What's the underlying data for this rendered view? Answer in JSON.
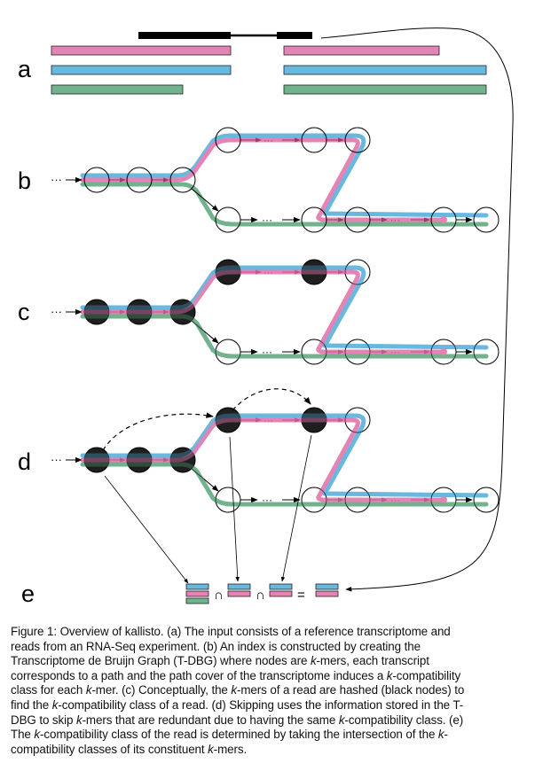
{
  "figure": {
    "panel_labels": [
      "a",
      "b",
      "c",
      "d",
      "e"
    ],
    "colors": {
      "pink": "#e384b5",
      "blue": "#69b8e0",
      "green": "#72b38e",
      "black": "#000000"
    },
    "panel_a": {
      "read_segments": 2,
      "transcripts": [
        {
          "name": "pink",
          "exons": 2
        },
        {
          "name": "blue",
          "exons": 2
        },
        {
          "name": "green",
          "exons": 2
        }
      ]
    },
    "panel_e": {
      "operators": [
        "∩",
        "∩",
        "="
      ],
      "sets": [
        [
          "blue",
          "pink",
          "green"
        ],
        [
          "blue",
          "pink"
        ],
        [
          "blue",
          "pink"
        ],
        [
          "blue",
          "pink"
        ]
      ]
    },
    "ellipsis": "···"
  },
  "caption": {
    "lines": [
      [
        {
          "t": "Figure 1: Overview of kallisto. (a) The input consists of a reference transcriptome and"
        }
      ],
      [
        {
          "t": "reads from an RNA-Seq experiment. (b) An index is constructed by creating the"
        }
      ],
      [
        {
          "t": "Transcriptome de Bruijn Graph (T-DBG) where nodes are "
        },
        {
          "t": "k",
          "i": true
        },
        {
          "t": "-mers, each transcript"
        }
      ],
      [
        {
          "t": "corresponds to a path and the path cover of the transcriptome induces a "
        },
        {
          "t": "k",
          "i": true
        },
        {
          "t": "-compatibility"
        }
      ],
      [
        {
          "t": "class for each "
        },
        {
          "t": "k",
          "i": true
        },
        {
          "t": "-mer. (c) Conceptually, the "
        },
        {
          "t": "k",
          "i": true
        },
        {
          "t": "-mers of a read are hashed (black nodes) to"
        }
      ],
      [
        {
          "t": "find the "
        },
        {
          "t": "k",
          "i": true
        },
        {
          "t": "-compatibility class of a read. (d) Skipping uses the information stored in the T-"
        }
      ],
      [
        {
          "t": "DBG to skip "
        },
        {
          "t": "k",
          "i": true
        },
        {
          "t": "-mers that are redundant due to having the same "
        },
        {
          "t": "k",
          "i": true
        },
        {
          "t": "-compatibility class. (e)"
        }
      ],
      [
        {
          "t": "The "
        },
        {
          "t": "k",
          "i": true
        },
        {
          "t": "-compatibility class of the read is determined by taking the intersection of the "
        },
        {
          "t": "k",
          "i": true
        },
        {
          "t": "-"
        }
      ],
      [
        {
          "t": "compatibility classes of its constituent "
        },
        {
          "t": "k",
          "i": true
        },
        {
          "t": "-mers."
        }
      ]
    ]
  }
}
